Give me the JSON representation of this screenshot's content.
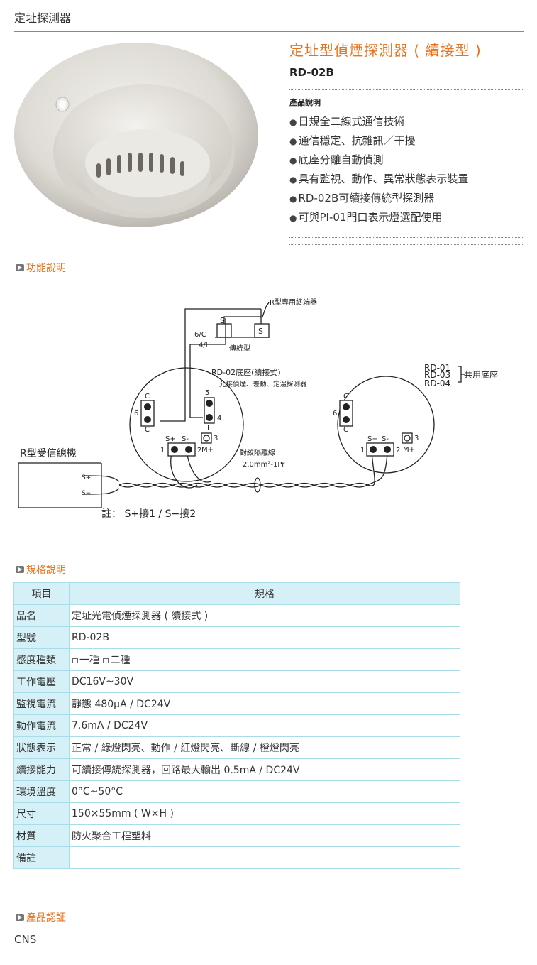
{
  "page_title": "定址探測器",
  "product": {
    "title": "定址型偵煙探測器 ( 續接型 )",
    "model": "RD-02B",
    "desc_label": "產品說明",
    "features": [
      "日規全二線式通信技術",
      "通信穩定、抗雜訊／干擾",
      "底座分離自動偵測",
      "具有監視、動作、異常狀態表示裝置",
      "RD-02B可續接傳統型探測器",
      "可與PI-01門口表示燈選配使用"
    ]
  },
  "sections": {
    "function": "功能說明",
    "spec": "規格說明",
    "cert": "產品認証"
  },
  "diagram": {
    "terminator": "R型專用終端器",
    "wire_6c": "6/C",
    "wire_4l": "4/L",
    "traditional": "傳統型",
    "base_title": "RD-02底座(續接式)",
    "base_sub": "允接偵煙、差動、定溫探測器",
    "rd01": "RD-01",
    "rd03": "RD-03",
    "rd04": "RD-04",
    "shared_base": "共用底座",
    "receiver": "R型受信總機",
    "twisted": "對絞隔離線",
    "wire_spec": "2.0mm²-1Pr",
    "note": "註： S+接1 / S−接2",
    "s_plus": "S+",
    "s_minus": "S−",
    "t_s": "S",
    "t_c": "C",
    "t_l": "L",
    "t_m": "M+",
    "n1": "1",
    "n2": "2",
    "n3": "3",
    "n4": "4",
    "n5": "5",
    "n6": "6",
    "sp": "S+",
    "sm": "S-"
  },
  "spec_table": {
    "header": [
      "項目",
      "規格"
    ],
    "rows": [
      {
        "label": "品名",
        "value": "定址光電偵煙探測器 ( 續接式 )"
      },
      {
        "label": "型號",
        "value": "RD-02B"
      },
      {
        "label": "感度種類",
        "value": "",
        "opt1": "一種",
        "opt2": "二種"
      },
      {
        "label": "工作電壓",
        "value": "DC16V~30V"
      },
      {
        "label": "監視電流",
        "value": "靜態 480μA / DC24V"
      },
      {
        "label": "動作電流",
        "value": "7.6mA / DC24V"
      },
      {
        "label": "狀態表示",
        "value": "正常 / 綠燈閃亮、動作 / 紅燈閃亮、斷線 / 橙燈閃亮"
      },
      {
        "label": "續接能力",
        "value": "可續接傳統探測器，回路最大輸出 0.5mA / DC24V"
      },
      {
        "label": "環境溫度",
        "value": "0°C~50°C"
      },
      {
        "label": "尺寸",
        "value": "150×55mm ( W×H )"
      },
      {
        "label": "材質",
        "value": "防火聚合工程塑料"
      },
      {
        "label": "備註",
        "value": ""
      }
    ]
  },
  "certification": "CNS"
}
